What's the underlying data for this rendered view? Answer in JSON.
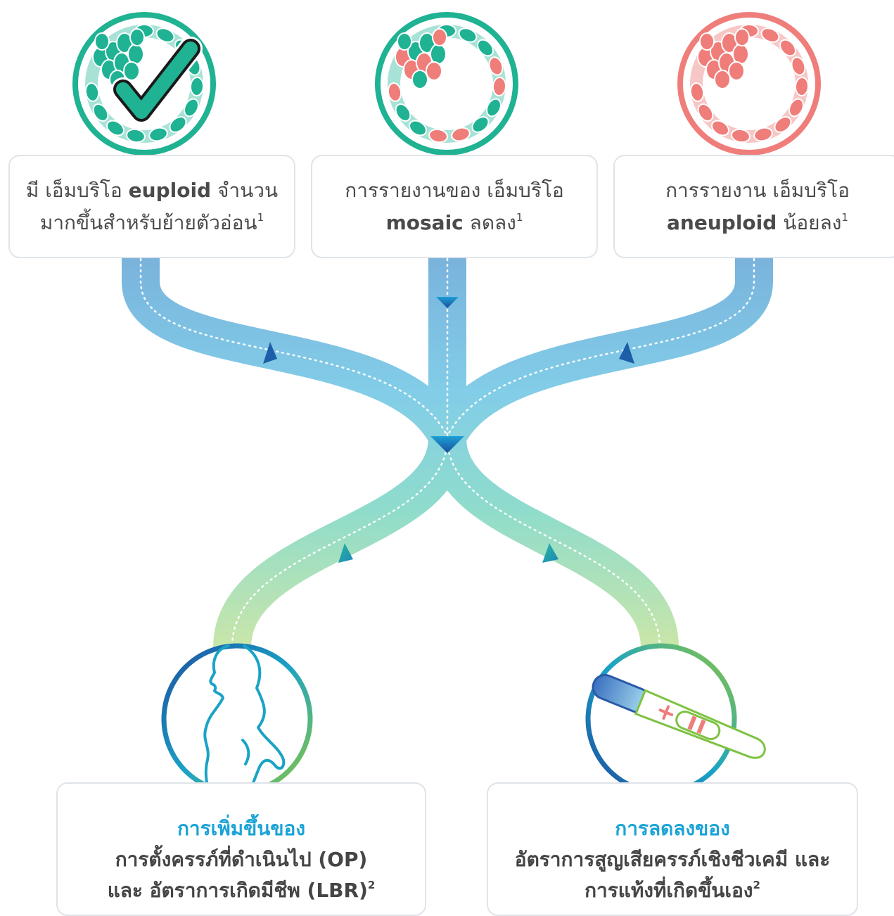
{
  "colors": {
    "teal": "#1fb293",
    "teal_light": "#a8e2d6",
    "pink": "#ef7d7a",
    "pink_light": "#f7c7c5",
    "flow_blue": "#6fb8e2",
    "flow_green": "#c6e3a8",
    "accent_blue": "#1aa3d6"
  },
  "top_cards": {
    "euploid": {
      "line1_pre": "มี เอ็มบริโอ ",
      "line1_bold": "euploid",
      "line1_post": "  จำนวน",
      "line2": "มากขึ้นสำหรับย้ายตัวอ่อน",
      "ref": "1"
    },
    "mosaic": {
      "line1": "การรายงานของ เอ็มบริโอ",
      "line2_bold": "mosaic",
      "line2_post": " ลดลง",
      "ref": "1"
    },
    "aneuploid": {
      "line1": "การรายงาน เอ็มบริโอ",
      "line2_bold": "aneuploid",
      "line2_post": "  น้อยลง",
      "ref": "1"
    }
  },
  "bottom_cards": {
    "op_lbr": {
      "heading": "การเพิ่มขึ้นของ",
      "line1": "การตั้งครรภ์ที่ดำเนินไป (OP)",
      "line2": "และ อัตราการเกิดมีชีพ (LBR)",
      "ref": "2"
    },
    "loss": {
      "heading": "การลดลงของ",
      "line1": "อัตราการสูญเสียครรภ์เชิงชีวเคมี และ",
      "line2": "การแท้งที่เกิดขึ้นเอง",
      "ref": "2"
    }
  },
  "icons": {
    "embryo_euploid": "euploid-embryo-check-icon",
    "embryo_mosaic": "mosaic-embryo-icon",
    "embryo_aneuploid": "aneuploid-embryo-icon",
    "pregnant": "pregnant-woman-icon",
    "pregnancy_test": "pregnancy-test-icon"
  }
}
